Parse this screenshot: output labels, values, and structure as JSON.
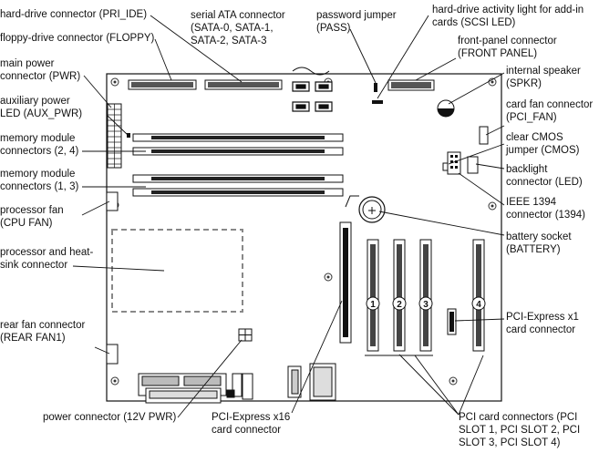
{
  "labels": {
    "pri_ide": "hard-drive connector (PRI_IDE)",
    "floppy": "floppy-drive connector (FLOPPY)",
    "pwr": "main power\nconnector (PWR)",
    "aux_pwr": "auxiliary power\nLED (AUX_PWR)",
    "mem_24": "memory module\nconnectors (2, 4)",
    "mem_13": "memory module\nconnectors (1, 3)",
    "cpu_fan": "processor fan\n(CPU FAN)",
    "heatsink": "processor and heat-\nsink connector",
    "rear_fan": "rear fan connector\n(REAR FAN1)",
    "pwr12": "power connector (12V PWR)",
    "sata": "serial ATA connector\n(SATA-0, SATA-1,\nSATA-2, SATA-3",
    "pass": "password jumper\n(PASS)",
    "scsi_led": "hard-drive activity light for add-in\ncards (SCSI LED)",
    "front_panel": "front-panel connector\n(FRONT PANEL)",
    "spkr": "internal speaker\n(SPKR)",
    "pci_fan": "card fan connector\n(PCI_FAN)",
    "cmos": "clear CMOS\njumper (CMOS)",
    "led": "backlight\nconnector (LED)",
    "ieee1394": "IEEE 1394\nconnector (1394)",
    "battery": "battery socket\n(BATTERY)",
    "pcie_x1": "PCI-Express x1\ncard connector",
    "pcie_x16": "PCI-Express x16\ncard connector",
    "pci_slots": "PCI card connectors (PCI\nSLOT 1, PCI SLOT 2, PCI\nSLOT 3, PCI SLOT 4)"
  },
  "slot_numbers": [
    "1",
    "2",
    "3",
    "4"
  ]
}
